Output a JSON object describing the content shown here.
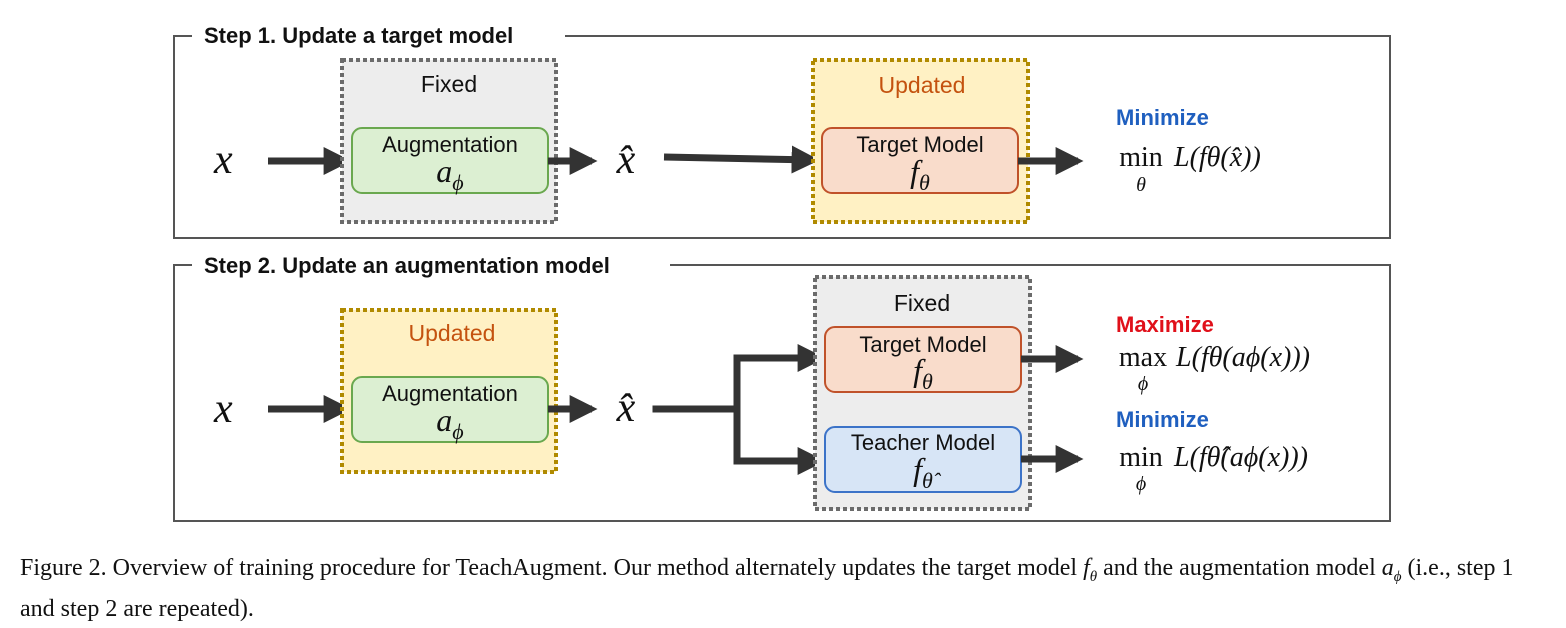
{
  "step1": {
    "title": "Step 1. Update a target model",
    "input": "x",
    "fixed_label": "Fixed",
    "augmentation": {
      "name": "Augmentation",
      "symbol": "a",
      "sub": "ϕ"
    },
    "output": "x̂",
    "updated_label": "Updated",
    "target": {
      "name": "Target Model",
      "symbol": "f",
      "sub": "θ"
    },
    "objective_label": "Minimize",
    "objective_op": "min",
    "objective_under": "θ",
    "objective_body": "L(fθ(x̂))"
  },
  "step2": {
    "title": "Step 2. Update an augmentation model",
    "input": "x",
    "updated_label": "Updated",
    "augmentation": {
      "name": "Augmentation",
      "symbol": "a",
      "sub": "ϕ"
    },
    "output": "x̂",
    "fixed_label": "Fixed",
    "target": {
      "name": "Target Model",
      "symbol": "f",
      "sub": "θ"
    },
    "teacher": {
      "name": "Teacher Model",
      "symbol": "f",
      "sub": "θ̂"
    },
    "objective1_label": "Maximize",
    "objective1_op": "max",
    "objective1_under": "ϕ",
    "objective1_body": "L(fθ(aϕ(x)))",
    "objective2_label": "Minimize",
    "objective2_op": "min",
    "objective2_under": "ϕ",
    "objective2_body": "L(fθ̂(aϕ(x)))"
  },
  "caption": {
    "prefix": "Figure 2. Overview of training procedure for TeachAugment. Our method alternately updates the target model ",
    "f": "f",
    "f_sub": "θ",
    "middle": " and the augmentation model ",
    "a": "a",
    "a_sub": "ϕ",
    "suffix": " (i.e., step 1 and step 2 are repeated)."
  },
  "colors": {
    "frame": "#555555",
    "fixed_bg": "#ededed",
    "fixed_border": "#6b6b6b",
    "updated_bg": "#fff1c4",
    "updated_border": "#b08a00",
    "updated_text": "#c4520f",
    "aug_fill": "#dcefd2",
    "aug_stroke": "#6aa84f",
    "target_fill": "#f9dccb",
    "target_stroke": "#c0522a",
    "teacher_fill": "#d7e5f6",
    "teacher_stroke": "#3c73c8",
    "minimize": "#1f5fbf",
    "maximize": "#e0101a",
    "arrow": "#333333"
  }
}
